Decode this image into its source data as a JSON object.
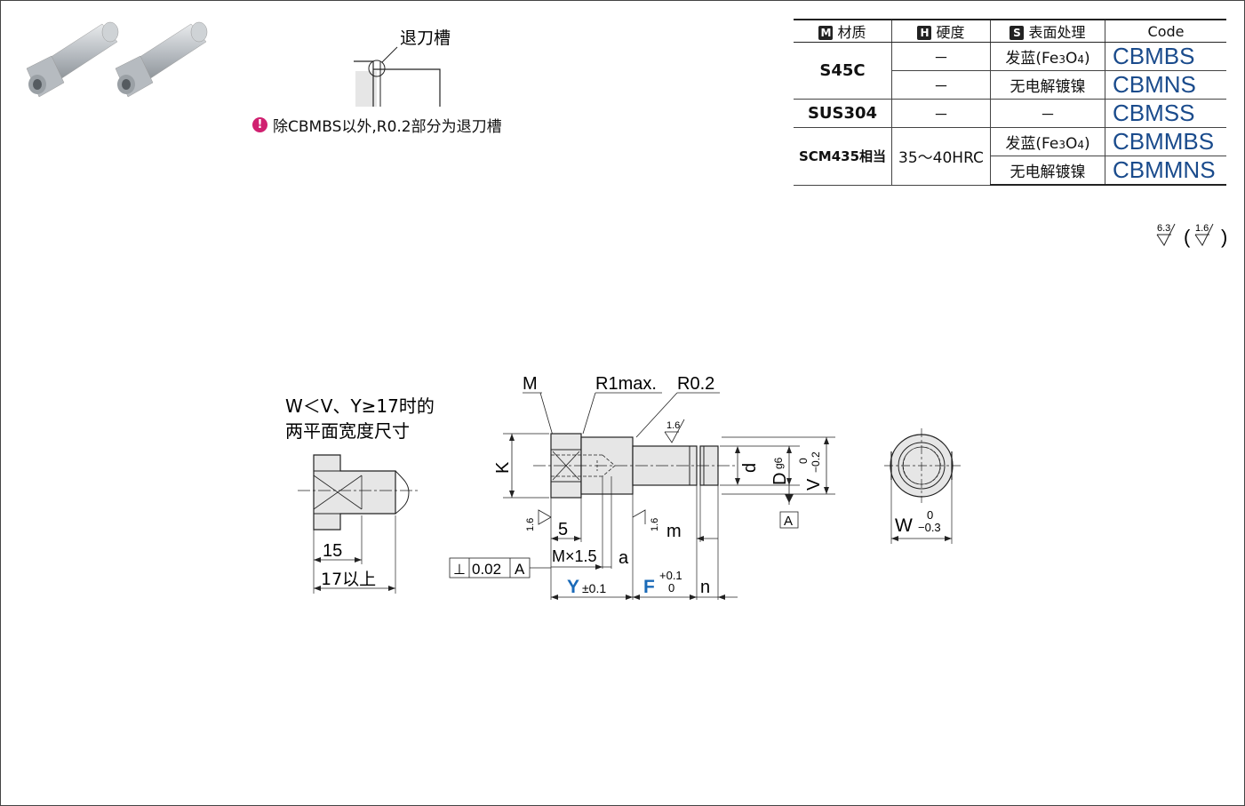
{
  "groove_label": "退刀槽",
  "note": {
    "icon": "exclamation-icon",
    "text": "除CBMBS以外,R0.2部分为退刀槽",
    "icon_color": "#d02070"
  },
  "table": {
    "headers": [
      {
        "badge": "M",
        "label": "材质"
      },
      {
        "badge": "H",
        "label": "硬度"
      },
      {
        "badge": "S",
        "label": "表面处理"
      },
      {
        "badge": "",
        "label": "Code"
      }
    ],
    "materials": [
      "S45C",
      "SUS304",
      "SCM435相当"
    ],
    "hardness": [
      "－",
      "－",
      "－",
      "35～40HRC"
    ],
    "surface": [
      "发蓝(Fe",
      "3",
      "O",
      "4",
      ")",
      "无电解镀镍",
      "－"
    ],
    "codes": [
      "CBMBS",
      "CBMNS",
      "CBMSS",
      "CBMMBS",
      "CBMMNS"
    ],
    "code_color": "#1a4b8c"
  },
  "roughness": {
    "main": "6.3",
    "secondary": "1.6"
  },
  "side_note": {
    "line1": "W＜V、Y≥17时的",
    "line2": "两平面宽度尺寸"
  },
  "side_dims": {
    "a": "15",
    "b": "17以上"
  },
  "main_labels": {
    "M": "M",
    "R1": "R1max.",
    "R02": "R0.2",
    "K": "K",
    "rough": "1.6",
    "d": "d",
    "D": "D",
    "g6": "g6",
    "V": "V",
    "tol_0": "0",
    "tol_v": "−0.2",
    "datum": "A",
    "five": "5",
    "MX": "M×1.5",
    "a": "a",
    "m": "m",
    "Y": "Y",
    "Ytol": "±0.1",
    "F": "F",
    "Fup": "+0.1",
    "Flow": "0",
    "n": "n",
    "perp_sym": "⊥",
    "perp_val": "0.02",
    "perp_ref": "A"
  },
  "end_view": {
    "W": "W",
    "up": "0",
    "low": "−0.3"
  }
}
